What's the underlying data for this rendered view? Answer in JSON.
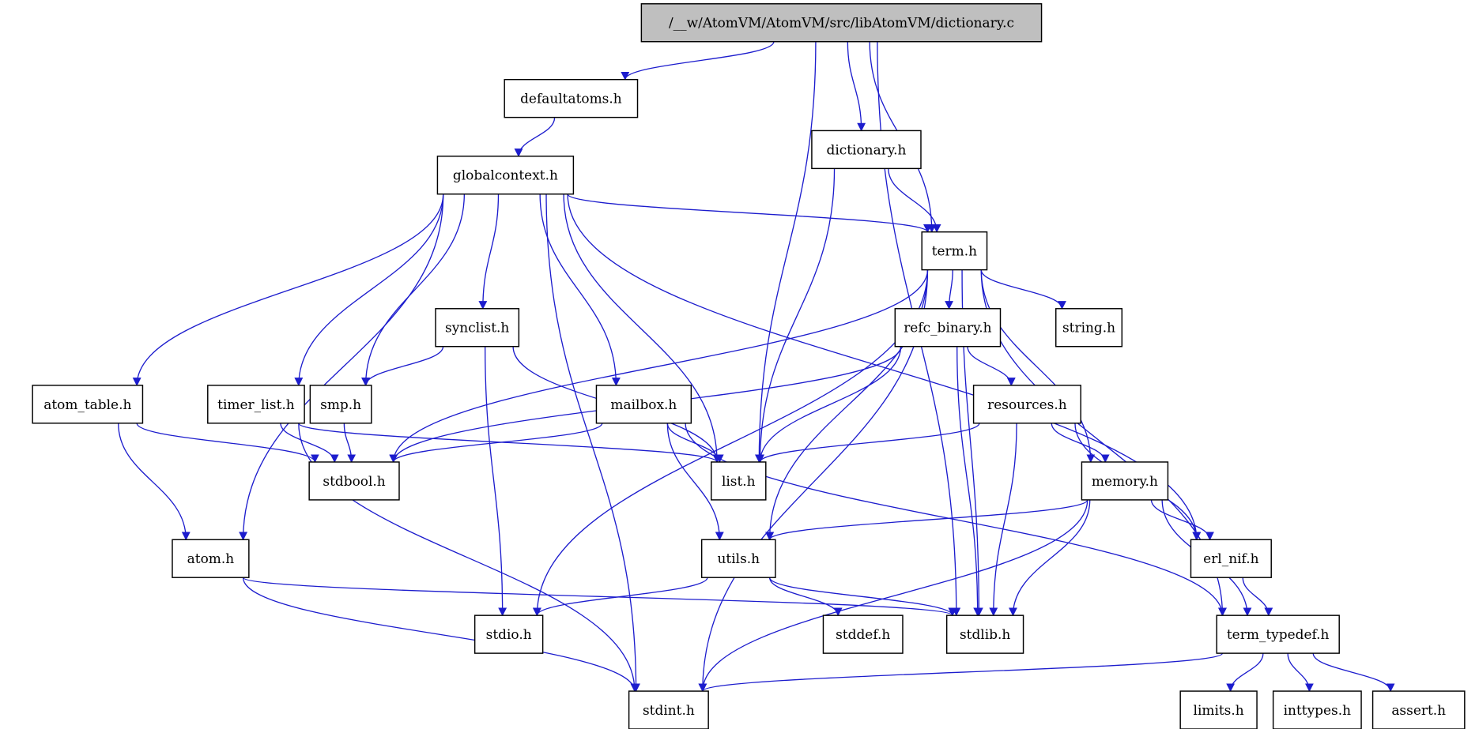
{
  "title": "/__w/AtomVM/AtomVM/src/libAtomVM/dictionary.c",
  "colors": {
    "edge": "#1c1ccd",
    "root_fill": "#bfbfbf",
    "node_fill": "#ffffff"
  },
  "nodes": {
    "root": "/__w/AtomVM/AtomVM/src/libAtomVM/dictionary.c",
    "defaultatoms": "defaultatoms.h",
    "dictionary_h": "dictionary.h",
    "globalcontext": "globalcontext.h",
    "term": "term.h",
    "synclist": "synclist.h",
    "refc_binary": "refc_binary.h",
    "string": "string.h",
    "atom_table": "atom_table.h",
    "timer_list": "timer_list.h",
    "smp": "smp.h",
    "mailbox": "mailbox.h",
    "resources": "resources.h",
    "stdbool": "stdbool.h",
    "list": "list.h",
    "memory": "memory.h",
    "atom": "atom.h",
    "utils": "utils.h",
    "erl_nif": "erl_nif.h",
    "stdio": "stdio.h",
    "stddef": "stddef.h",
    "stdlib": "stdlib.h",
    "term_typedef": "term_typedef.h",
    "stdint": "stdint.h",
    "limits": "limits.h",
    "inttypes": "inttypes.h",
    "assert": "assert.h"
  },
  "edges": [
    [
      "root",
      "defaultatoms"
    ],
    [
      "root",
      "list"
    ],
    [
      "root",
      "dictionary_h"
    ],
    [
      "root",
      "term"
    ],
    [
      "root",
      "stdlib"
    ],
    [
      "defaultatoms",
      "globalcontext"
    ],
    [
      "globalcontext",
      "term"
    ],
    [
      "globalcontext",
      "erl_nif"
    ],
    [
      "globalcontext",
      "atom_table"
    ],
    [
      "globalcontext",
      "atom"
    ],
    [
      "globalcontext",
      "stdint"
    ],
    [
      "globalcontext",
      "timer_list"
    ],
    [
      "globalcontext",
      "smp"
    ],
    [
      "globalcontext",
      "synclist"
    ],
    [
      "globalcontext",
      "mailbox"
    ],
    [
      "globalcontext",
      "list"
    ],
    [
      "dictionary_h",
      "term"
    ],
    [
      "dictionary_h",
      "list"
    ],
    [
      "term",
      "stdbool"
    ],
    [
      "term",
      "stdio"
    ],
    [
      "term",
      "utils"
    ],
    [
      "term",
      "refc_binary"
    ],
    [
      "term",
      "string"
    ],
    [
      "term",
      "stdlib"
    ],
    [
      "term",
      "memory"
    ],
    [
      "term",
      "stdint"
    ],
    [
      "term",
      "term_typedef"
    ],
    [
      "synclist",
      "smp"
    ],
    [
      "synclist",
      "stdio"
    ],
    [
      "synclist",
      "list"
    ],
    [
      "refc_binary",
      "stdbool"
    ],
    [
      "refc_binary",
      "list"
    ],
    [
      "refc_binary",
      "stdlib"
    ],
    [
      "refc_binary",
      "resources"
    ],
    [
      "resources",
      "list"
    ],
    [
      "resources",
      "memory"
    ],
    [
      "resources",
      "stdlib"
    ],
    [
      "resources",
      "erl_nif"
    ],
    [
      "atom_table",
      "stdbool"
    ],
    [
      "atom_table",
      "atom"
    ],
    [
      "timer_list",
      "stdbool"
    ],
    [
      "timer_list",
      "list"
    ],
    [
      "timer_list",
      "stdint"
    ],
    [
      "smp",
      "stdbool"
    ],
    [
      "mailbox",
      "stdbool"
    ],
    [
      "mailbox",
      "list"
    ],
    [
      "mailbox",
      "utils"
    ],
    [
      "mailbox",
      "term_typedef"
    ],
    [
      "memory",
      "utils"
    ],
    [
      "memory",
      "erl_nif"
    ],
    [
      "memory",
      "stdlib"
    ],
    [
      "memory",
      "stdint"
    ],
    [
      "memory",
      "term_typedef"
    ],
    [
      "atom",
      "stdlib"
    ],
    [
      "atom",
      "stdint"
    ],
    [
      "utils",
      "stdio"
    ],
    [
      "utils",
      "stddef"
    ],
    [
      "utils",
      "stdlib"
    ],
    [
      "erl_nif",
      "term_typedef"
    ],
    [
      "term_typedef",
      "stdint"
    ],
    [
      "term_typedef",
      "limits"
    ],
    [
      "term_typedef",
      "inttypes"
    ],
    [
      "term_typedef",
      "assert"
    ]
  ]
}
